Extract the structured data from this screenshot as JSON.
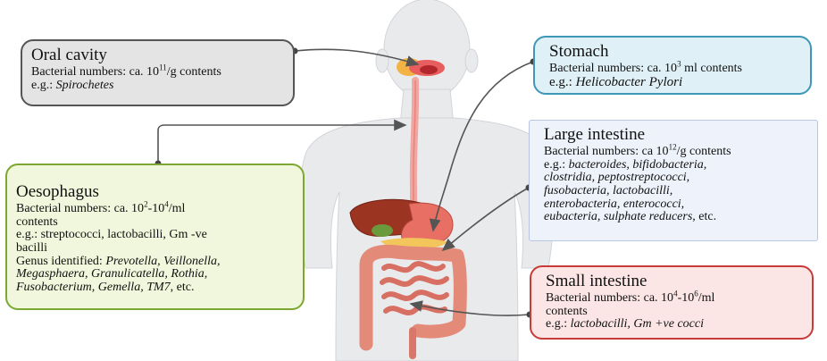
{
  "oral": {
    "title": "Oral cavity",
    "count_prefix": "Bacterial numbers: ca. 10",
    "count_exp": "11",
    "count_suffix": "/g contents",
    "eg_prefix": "e.g.: ",
    "eg_taxa": "Spirochetes"
  },
  "stomach": {
    "title": "Stomach",
    "count_prefix": "Bacterial numbers: ca. 10",
    "count_exp": "3",
    "count_suffix": " ml contents",
    "eg_prefix": "e.g.: ",
    "eg_taxa": "Helicobacter Pylori"
  },
  "large": {
    "title": "Large intestine",
    "count_prefix": "Bacterial numbers: ca 10",
    "count_exp": "12",
    "count_suffix": "/g contents",
    "eg_line1_prefix": "e.g.: ",
    "eg_line1_taxa": "bacteroides, bifidobacteria,",
    "eg_line2": "clostridia, peptostreptococci,",
    "eg_line3": "fusobacteria, lactobacilli,",
    "eg_line4": "enterobacteria, enterococci,",
    "eg_line5_taxa": "eubacteria, sulphate reducers",
    "eg_line5_suffix": ", etc."
  },
  "small": {
    "title": "Small intestine",
    "count_prefix": "Bacterial numbers: ca. 10",
    "count_exp1": "4",
    "count_mid": "-10",
    "count_exp2": "6",
    "count_suffix": "/ml",
    "count_line2": "contents",
    "eg_prefix": "e.g.: ",
    "eg_taxa": "lactobacilli, Gm +ve cocci"
  },
  "oeso": {
    "title": "Oesophagus",
    "count_prefix": "Bacterial numbers: ca. 10",
    "count_exp1": "2",
    "count_mid": "-10",
    "count_exp2": "4",
    "count_suffix": "/ml",
    "count_line2": "contents",
    "eg_line1": "e.g.: streptococci, lactobacilli, Gm -ve",
    "eg_line2": "bacilli",
    "genus_prefix": "Genus identified: ",
    "genus_line1_taxa": "Prevotella, Veillonella,",
    "genus_line2_taxa": "Megasphaera, Granulicatella, Rothia,",
    "genus_line3_taxa": "Fusobacterium, Gemella, TM7",
    "genus_line3_suffix": ", etc."
  },
  "colors": {
    "oral_border": "#555555",
    "stomach_border": "#3f97b8",
    "large_border": "#b8c6e3",
    "small_border": "#c93a3a",
    "oeso_border": "#7ca832",
    "arrow": "#555555"
  }
}
